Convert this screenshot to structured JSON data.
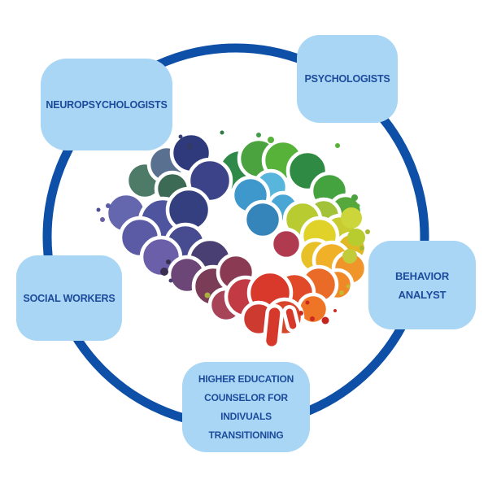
{
  "theme": {
    "background": "#ffffff",
    "circle_stroke": "#0e4fa7",
    "box_fill": "#a9d6f4",
    "box_text": "#1c4b9c"
  },
  "diagram": {
    "type": "hub-and-spoke infographic",
    "center_illustration": {
      "name": "rainbow-watercolor-brain",
      "palette": [
        "#2e3a7c",
        "#4f549f",
        "#6a5fa8",
        "#7b3c58",
        "#4e7a68",
        "#2f8a4a",
        "#57b23a",
        "#3f98cc",
        "#58b5dc",
        "#e0d228",
        "#b8cc32",
        "#f0b028",
        "#f0952a",
        "#e04a28",
        "#d8392b"
      ]
    },
    "boxes": [
      {
        "id": "neuropsychologists",
        "lines": [
          "NEUROPSYCHOLOGISTS"
        ]
      },
      {
        "id": "psychologists",
        "lines": [
          "PSYCHOLOGISTS"
        ]
      },
      {
        "id": "social-workers",
        "lines": [
          "SOCIAL WORKERS"
        ]
      },
      {
        "id": "behavior-analyst",
        "lines": [
          "BEHAVIOR",
          "ANALYST"
        ]
      },
      {
        "id": "higher-education-counselor",
        "lines": [
          "HIGHER EDUCATION",
          "COUNSELOR FOR",
          "INDIVUALS",
          "TRANSITIONING"
        ]
      }
    ]
  }
}
